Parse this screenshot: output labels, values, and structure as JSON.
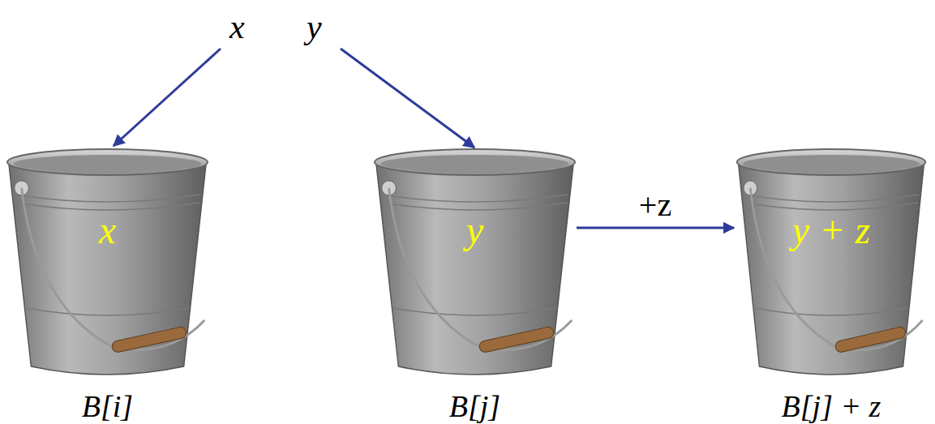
{
  "diagram": {
    "nodes": [
      {
        "text": [
          "x",
          "B[i]"
        ]
      },
      {
        "text": [
          "y",
          "B[j]"
        ]
      },
      {
        "text": [
          "y + z",
          "B[j] + z"
        ]
      }
    ],
    "edges": [
      {
        "from": 1,
        "to": 2,
        "arrow": "to",
        "label": "+z"
      }
    ],
    "labels": [
      "x",
      "y"
    ]
  }
}
